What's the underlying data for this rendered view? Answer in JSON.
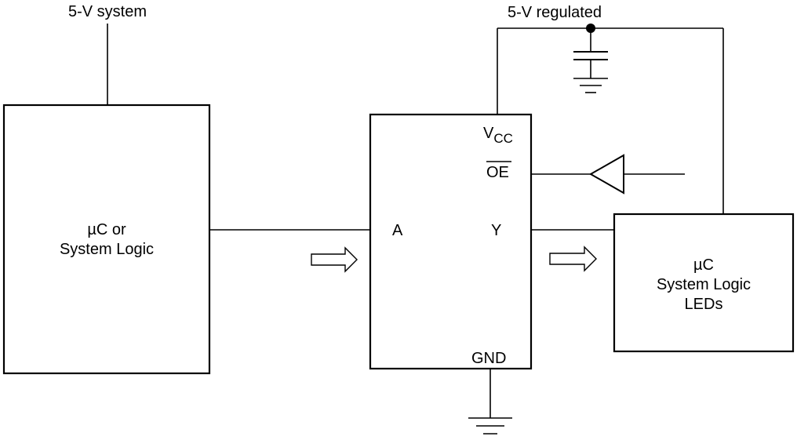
{
  "labels": {
    "supply_left": "5-V system",
    "supply_right": "5-V regulated",
    "left_block": [
      "µC or",
      "System Logic"
    ],
    "right_block": [
      "µC",
      "System Logic",
      "LEDs"
    ],
    "pins": {
      "vcc_main": "V",
      "vcc_sub": "CC",
      "oe": "OE",
      "a": "A",
      "y": "Y",
      "gnd": "GND"
    }
  },
  "colors": {
    "line": "#000000",
    "background": "#ffffff"
  },
  "icons": [
    "ground-icon",
    "capacitor-icon",
    "buffer-triangle-icon",
    "signal-flow-arrow-icon",
    "junction-dot-icon"
  ]
}
